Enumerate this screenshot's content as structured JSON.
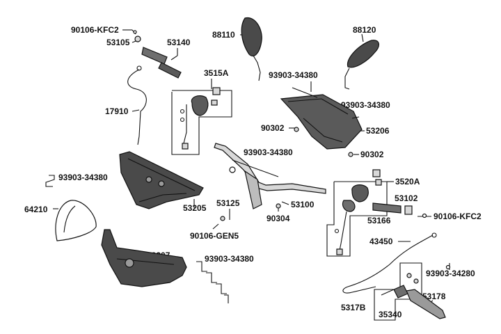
{
  "labels": {
    "l_90106_kfc2_a": "90106-KFC2",
    "l_53105": "53105",
    "l_53140": "53140",
    "l_88110": "88110",
    "l_88120": "88120",
    "l_17910": "17910",
    "l_3515a": "3515A",
    "l_93903_a": "93903-34380",
    "l_93903_b": "93903-34380",
    "l_90302_a": "90302",
    "l_53206": "53206",
    "l_90302_b": "90302",
    "l_93903_c": "93903-34380",
    "l_93903_d": "93903-34380",
    "l_3520a": "3520A",
    "l_53102": "53102",
    "l_90106_kfc2_b": "90106-KFC2",
    "l_53166": "53166",
    "l_53205": "53205",
    "l_53125": "53125",
    "l_53100": "53100",
    "l_64210": "64210",
    "l_90304": "90304",
    "l_90106_gen5": "90106-GEN5",
    "l_43450": "43450",
    "l_53207": "53207",
    "l_93903_e": "93903-34380",
    "l_93903_34280": "93903-34280",
    "l_53178": "53178",
    "l_5317b": "5317B",
    "l_35340": "35340"
  },
  "colors": {
    "line": "#111111",
    "fill_dark": "#4a4a4a",
    "fill_mid": "#7a7a7a",
    "fill_light": "#d8d8d8",
    "background": "#ffffff"
  }
}
